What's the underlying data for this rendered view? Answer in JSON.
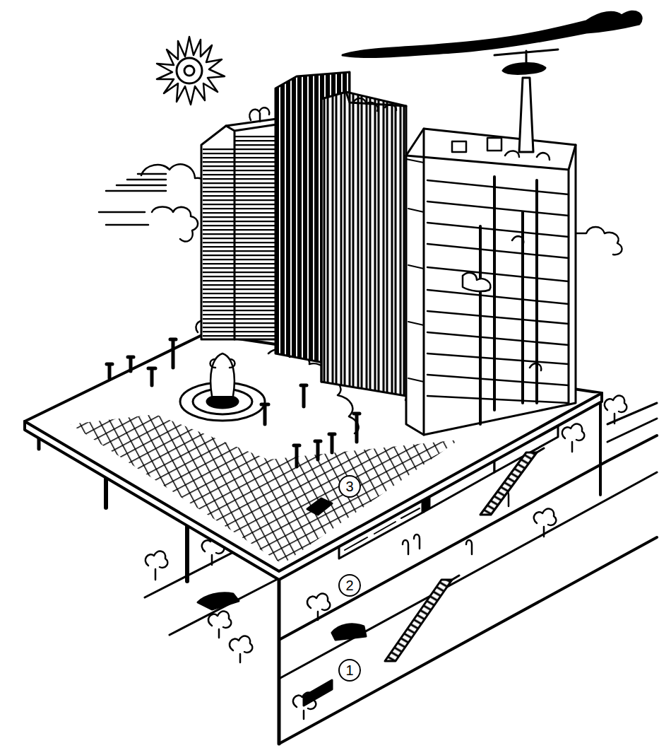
{
  "diagram": {
    "labels": [
      "3",
      "2",
      "1"
    ]
  }
}
